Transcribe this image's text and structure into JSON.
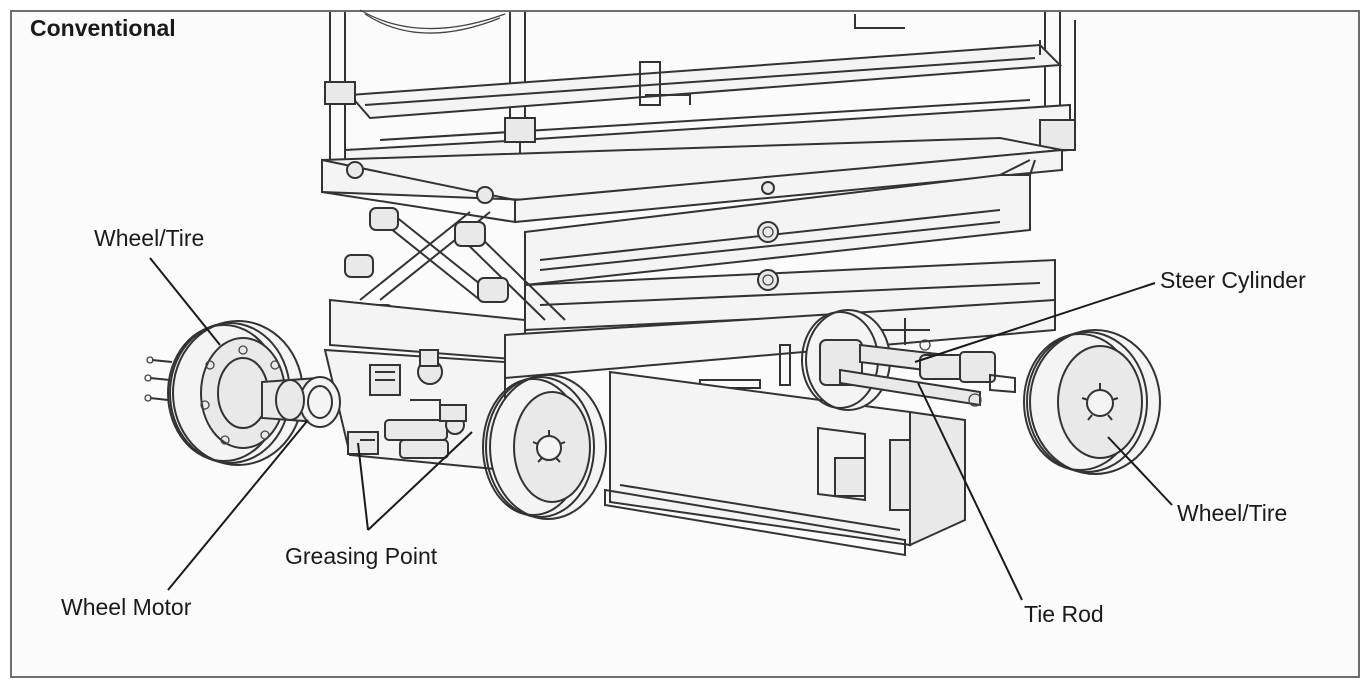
{
  "figure": {
    "title": "Conventional",
    "labels": {
      "wheel_tire_left": "Wheel/Tire",
      "wheel_tire_right": "Wheel/Tire",
      "steer_cylinder": "Steer Cylinder",
      "greasing_point": "Greasing Point",
      "wheel_motor": "Wheel Motor",
      "tie_rod": "Tie Rod"
    }
  }
}
